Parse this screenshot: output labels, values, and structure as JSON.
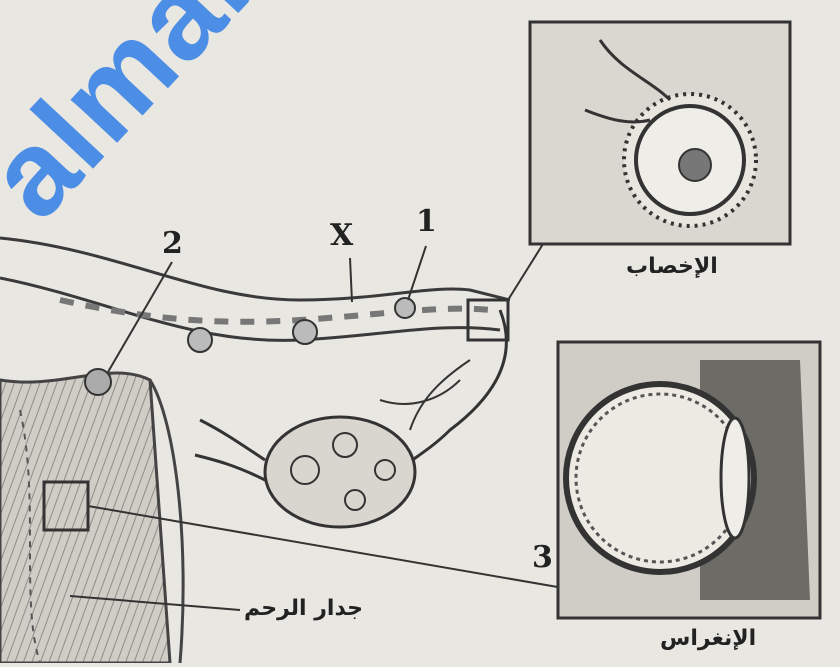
{
  "labels": {
    "one": "1",
    "two": "2",
    "three": "3",
    "x": "X",
    "fertilization": "الإخصاب",
    "implantation": "الإنغراس",
    "uterus_wall": "جدار الرحم"
  },
  "watermark": "almanahj",
  "colors": {
    "background": "#e9e7e1",
    "ink": "#2a2a2a",
    "watermark": "#3f86e6"
  }
}
